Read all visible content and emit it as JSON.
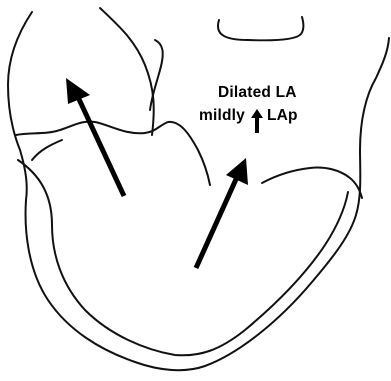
{
  "annotation": {
    "line1": "Dilated LA",
    "line2_before": "mildly",
    "line2_after": "LAp",
    "indicator_icon": "up-arrow-icon"
  },
  "colors": {
    "outline": "#111111",
    "arrows": "#000000",
    "text": "#000000",
    "background": "#ffffff"
  }
}
